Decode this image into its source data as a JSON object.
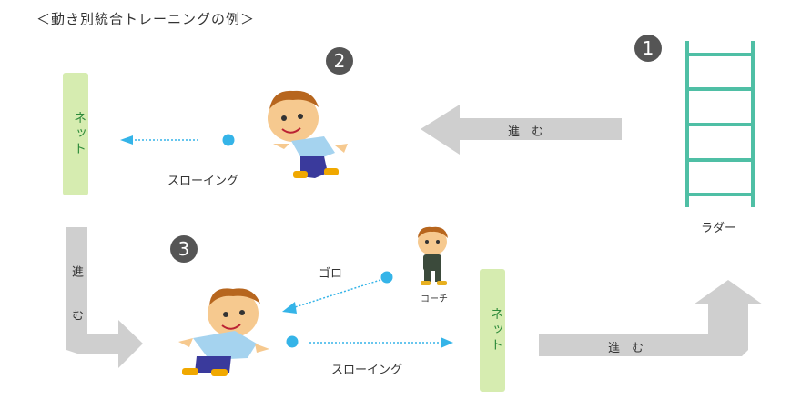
{
  "title": "＜動き別統合トレーニングの例＞",
  "steps": [
    "1",
    "2",
    "3"
  ],
  "labels": {
    "ladder": "ラダー",
    "net_top": "ネット",
    "net_bottom": "ネット",
    "advance_top": "進　む",
    "advance_left": "進 む",
    "advance_bottom": "進　む",
    "throwing_top": "スローイング",
    "throwing_bottom": "スローイング",
    "grounder": "ゴロ",
    "coach": "コーチ"
  },
  "colors": {
    "ladder": "#4fbfa5",
    "net_fill": "#d6ecb0",
    "net_text": "#2e8b3a",
    "arrow_gray": "#cfcfcf",
    "ball_blue": "#35b4e8",
    "step_badge": "#555555"
  }
}
